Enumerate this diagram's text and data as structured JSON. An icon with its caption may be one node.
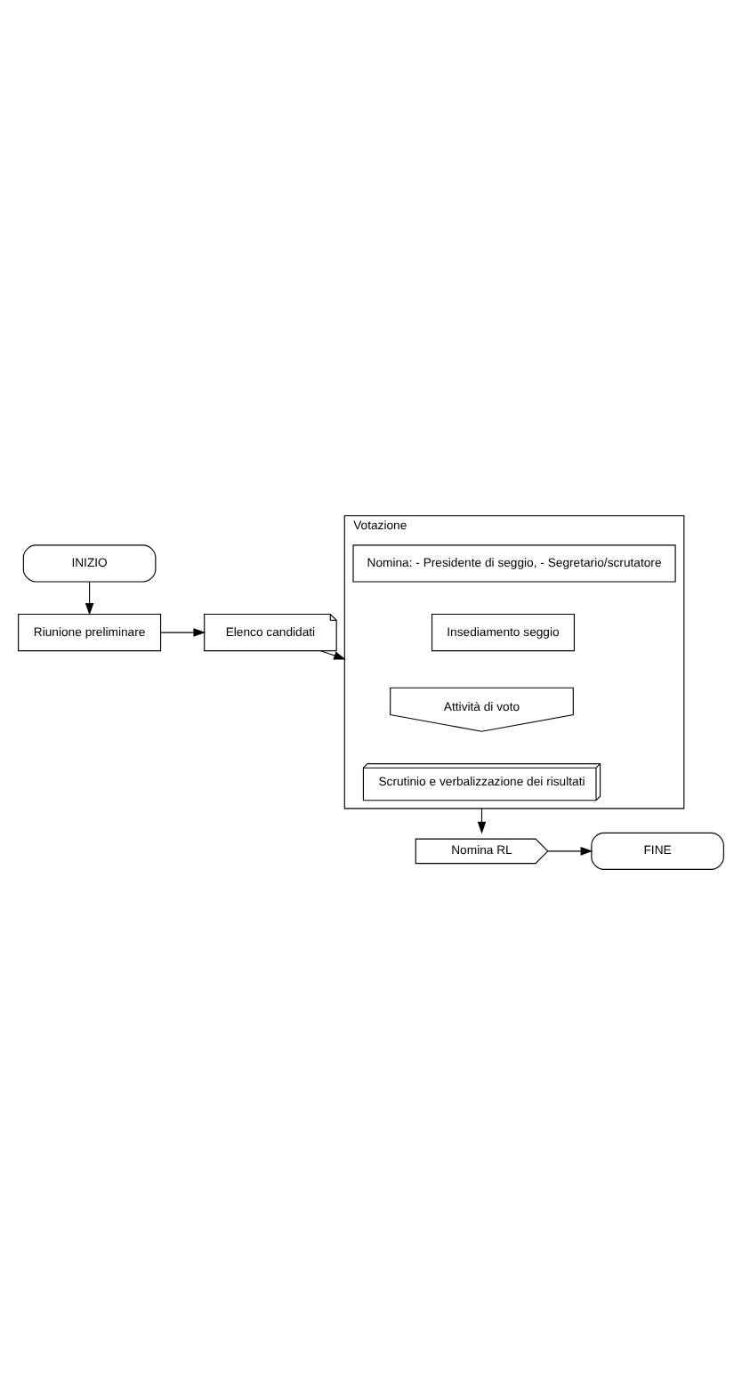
{
  "diagram": {
    "nodes": [
      {
        "text": [
          "INIZIO"
        ]
      },
      {
        "text": [
          "Riunione preliminare"
        ]
      },
      {
        "text": [
          "Elenco candidati"
        ]
      },
      {
        "text": [
          "Votazione"
        ]
      },
      {
        "text": [
          "Nomina: - Presidente di seggio, - Segretario/scrutatore"
        ],
        "in": 3
      },
      {
        "text": [
          "Insediamento seggio"
        ],
        "in": 3
      },
      {
        "text": [
          "Attività di voto"
        ],
        "in": 3
      },
      {
        "text": [
          "Scrutinio e verbalizzazione dei risultati"
        ],
        "in": 3
      },
      {
        "text": [
          "Nomina RL"
        ]
      },
      {
        "text": [
          "FINE"
        ]
      }
    ],
    "edges": [
      {
        "from": 0,
        "to": 1,
        "arrow": "to"
      },
      {
        "from": 1,
        "to": 2,
        "arrow": "to"
      },
      {
        "from": 2,
        "to": 3,
        "arrow": "to"
      },
      {
        "from": 3,
        "to": 8,
        "arrow": "to"
      },
      {
        "from": 8,
        "to": 9,
        "arrow": "to"
      }
    ]
  }
}
